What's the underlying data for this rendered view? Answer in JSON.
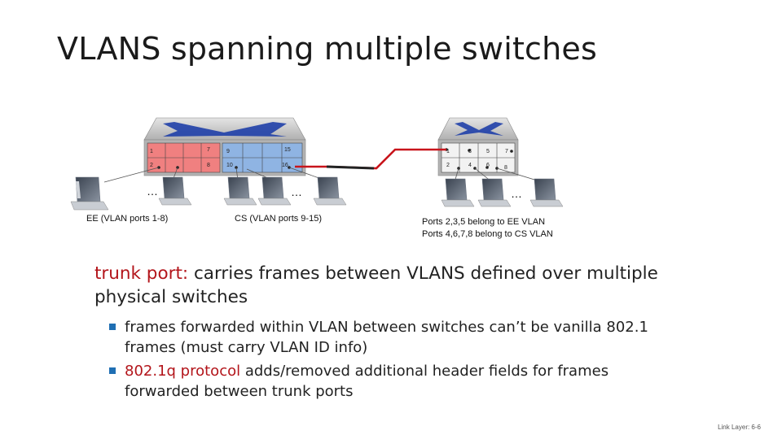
{
  "title": "VLANS spanning multiple switches",
  "switch_left": {
    "ports_top": [
      "1",
      "7",
      "9",
      "15"
    ],
    "ports_bottom": [
      "2",
      "8",
      "10",
      "16"
    ],
    "ellipsis_ee": "…",
    "ellipsis_cs": "…",
    "caption_ee": "EE (VLAN ports 1-8)",
    "caption_cs": "CS (VLAN ports 9-15)"
  },
  "switch_right": {
    "ports_top": [
      "1",
      "3",
      "5",
      "7"
    ],
    "ports_bottom": [
      "2",
      "4",
      "6",
      "8"
    ],
    "ellipsis": "…",
    "caption_line1": "Ports 2,3,5 belong to EE VLAN",
    "caption_line2": "Ports 4,6,7,8 belong to CS VLAN"
  },
  "body": {
    "lead_red": "trunk port:",
    "lead_rest": " carries frames between VLANS defined over multiple physical switches"
  },
  "bullets": {
    "b1": "frames forwarded within VLAN between switches can’t be vanilla 802.1 frames (must carry VLAN ID info)",
    "b2_red": "802.1q protocol",
    "b2_rest": " adds/removed additional header fields for frames forwarded between trunk ports"
  },
  "footer": "Link Layer: 6-6",
  "colors": {
    "ee_port": "#f08080",
    "cs_port": "#8fb4e3",
    "trunk_link": "#c8141b",
    "accent_red": "#b3151b",
    "switch_body": "#a9a9a9"
  }
}
